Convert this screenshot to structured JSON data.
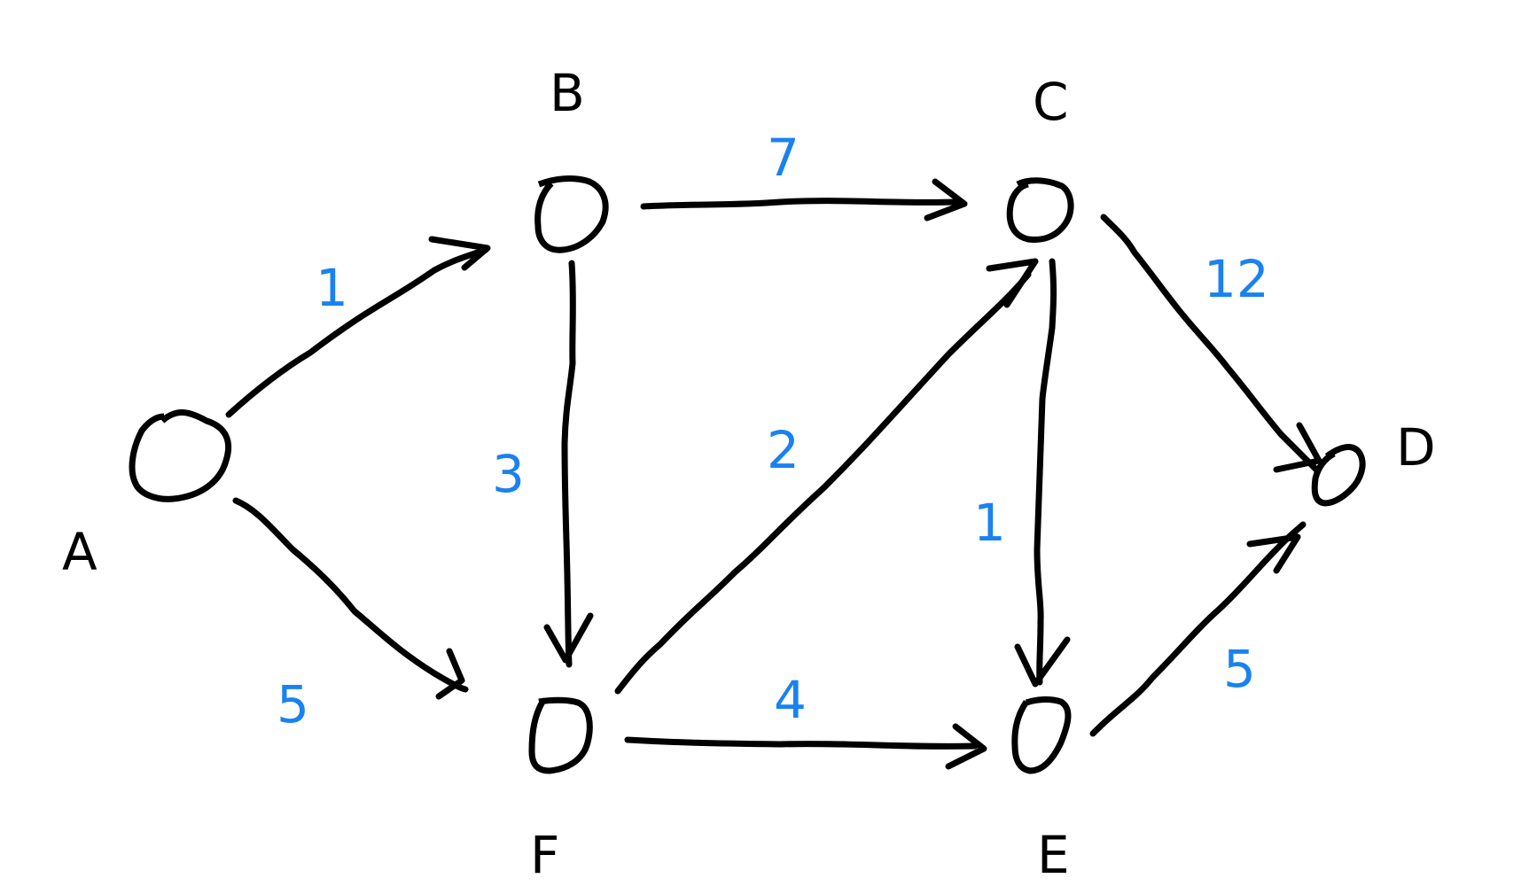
{
  "colors": {
    "stroke": "#000000",
    "weight": "#1a82f0"
  },
  "nodes": [
    {
      "id": "A",
      "label": "A"
    },
    {
      "id": "B",
      "label": "B"
    },
    {
      "id": "C",
      "label": "C"
    },
    {
      "id": "D",
      "label": "D"
    },
    {
      "id": "E",
      "label": "E"
    },
    {
      "id": "F",
      "label": "F"
    }
  ],
  "edges": [
    {
      "from": "A",
      "to": "B",
      "weight": "1"
    },
    {
      "from": "A",
      "to": "F",
      "weight": "5"
    },
    {
      "from": "B",
      "to": "C",
      "weight": "7"
    },
    {
      "from": "B",
      "to": "F",
      "weight": "3"
    },
    {
      "from": "F",
      "to": "C",
      "weight": "2"
    },
    {
      "from": "F",
      "to": "E",
      "weight": "4"
    },
    {
      "from": "C",
      "to": "E",
      "weight": "1"
    },
    {
      "from": "C",
      "to": "D",
      "weight": "12"
    },
    {
      "from": "E",
      "to": "D",
      "weight": "5"
    }
  ]
}
